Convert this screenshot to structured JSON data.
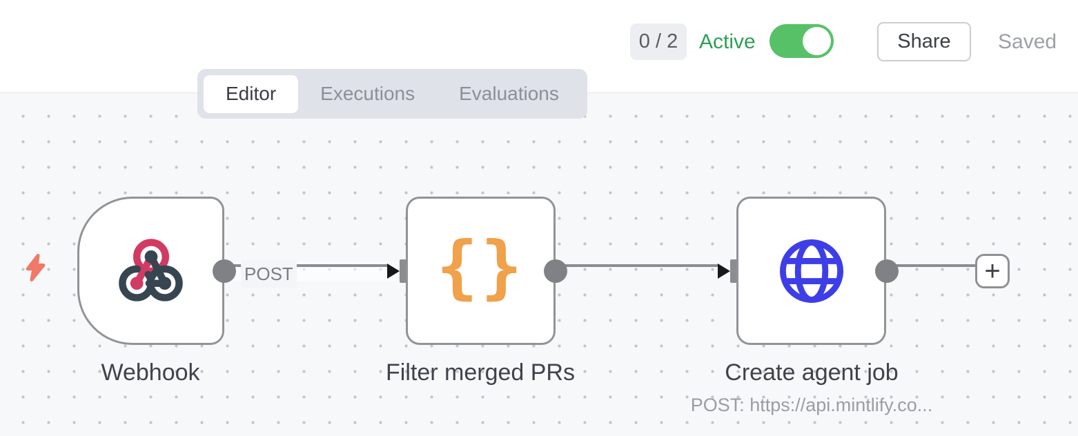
{
  "header": {
    "counter": "0 / 2",
    "active_label": "Active",
    "toggle_state": "on",
    "share_label": "Share",
    "saved_label": "Saved"
  },
  "tabs": [
    {
      "label": "Editor",
      "active": true
    },
    {
      "label": "Executions",
      "active": false
    },
    {
      "label": "Evaluations",
      "active": false
    }
  ],
  "workflow": {
    "nodes": [
      {
        "name": "Webhook",
        "kind": "webhook-trigger",
        "icon": "webhook-icon",
        "output_label": "POST"
      },
      {
        "name": "Filter merged PRs",
        "kind": "code",
        "icon": "code-braces-icon",
        "icon_glyph": "{}"
      },
      {
        "name": "Create agent job",
        "kind": "http-request",
        "icon": "globe-icon",
        "subtitle": "POST: https://api.mintlify.co..."
      }
    ],
    "add_node_label": "+",
    "colors": {
      "webhook_pink": "#d23a63",
      "webhook_slate": "#36454f",
      "code_orange": "#f0a14a",
      "http_blue": "#3e3ee8",
      "trigger_bolt": "#ef7a67",
      "active_green": "#2f9e54",
      "toggle_green": "#57c167"
    }
  }
}
